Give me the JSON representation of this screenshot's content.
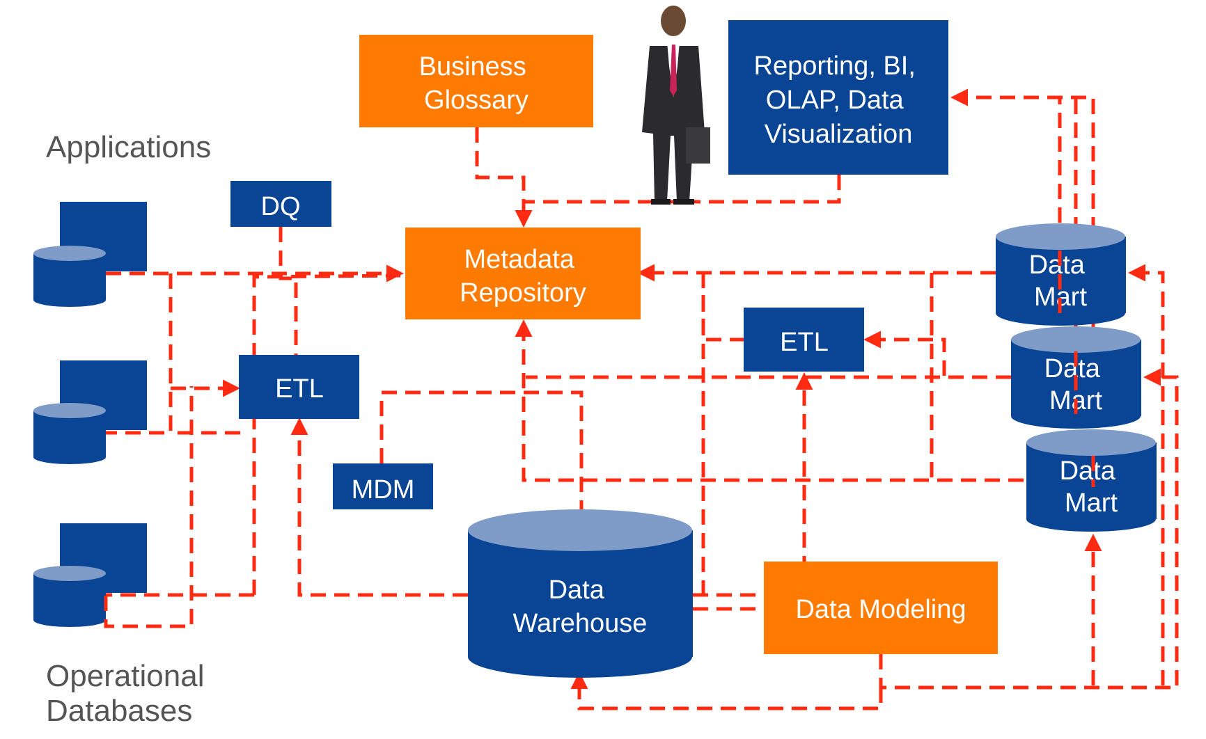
{
  "colors": {
    "blue": "#0a4595",
    "blue_light": "#7f9cc9",
    "orange": "#ff7a00",
    "arrow": "#ff2a12",
    "label_gray": "#555555"
  },
  "labels": {
    "applications": "Applications",
    "operational": [
      "Operational",
      "Databases"
    ]
  },
  "nodes": {
    "business_glossary": [
      "Business",
      "Glossary"
    ],
    "metadata_repository": [
      "Metadata",
      "Repository"
    ],
    "reporting": [
      "Reporting, BI,",
      "OLAP, Data",
      "Visualization"
    ],
    "dq": "DQ",
    "etl_left": "ETL",
    "etl_right": "ETL",
    "mdm": "MDM",
    "data_warehouse": [
      "Data",
      "Warehouse"
    ],
    "data_modeling": "Data Modeling",
    "data_mart_1": [
      "Data",
      "Mart"
    ],
    "data_mart_2": [
      "Data",
      "Mart"
    ],
    "data_mart_3": [
      "Data",
      "Mart"
    ]
  },
  "icons": {
    "app_icon": "application-database-icon",
    "person": "businessman-figure"
  }
}
